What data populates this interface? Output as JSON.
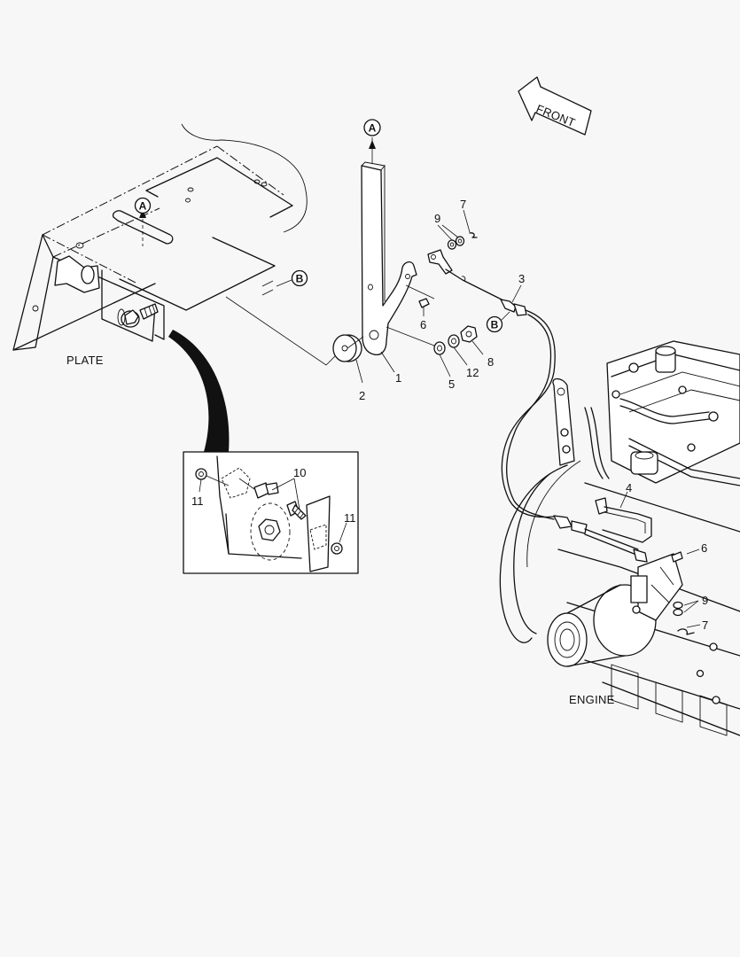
{
  "labels": {
    "plate": "PLATE",
    "engine": "ENGINE",
    "front": "FRONT"
  },
  "refs": {
    "a": "A",
    "b": "B"
  },
  "parts": {
    "p1": "1",
    "p2": "2",
    "p3": "3",
    "p4": "4",
    "p5": "5",
    "p6": "6",
    "p7": "7",
    "p8": "8",
    "p9": "9",
    "p10": "10",
    "p11": "11",
    "p12": "12"
  },
  "colors": {
    "line": "#111111",
    "background": "#f7f7f7",
    "fill": "#ffffff"
  }
}
